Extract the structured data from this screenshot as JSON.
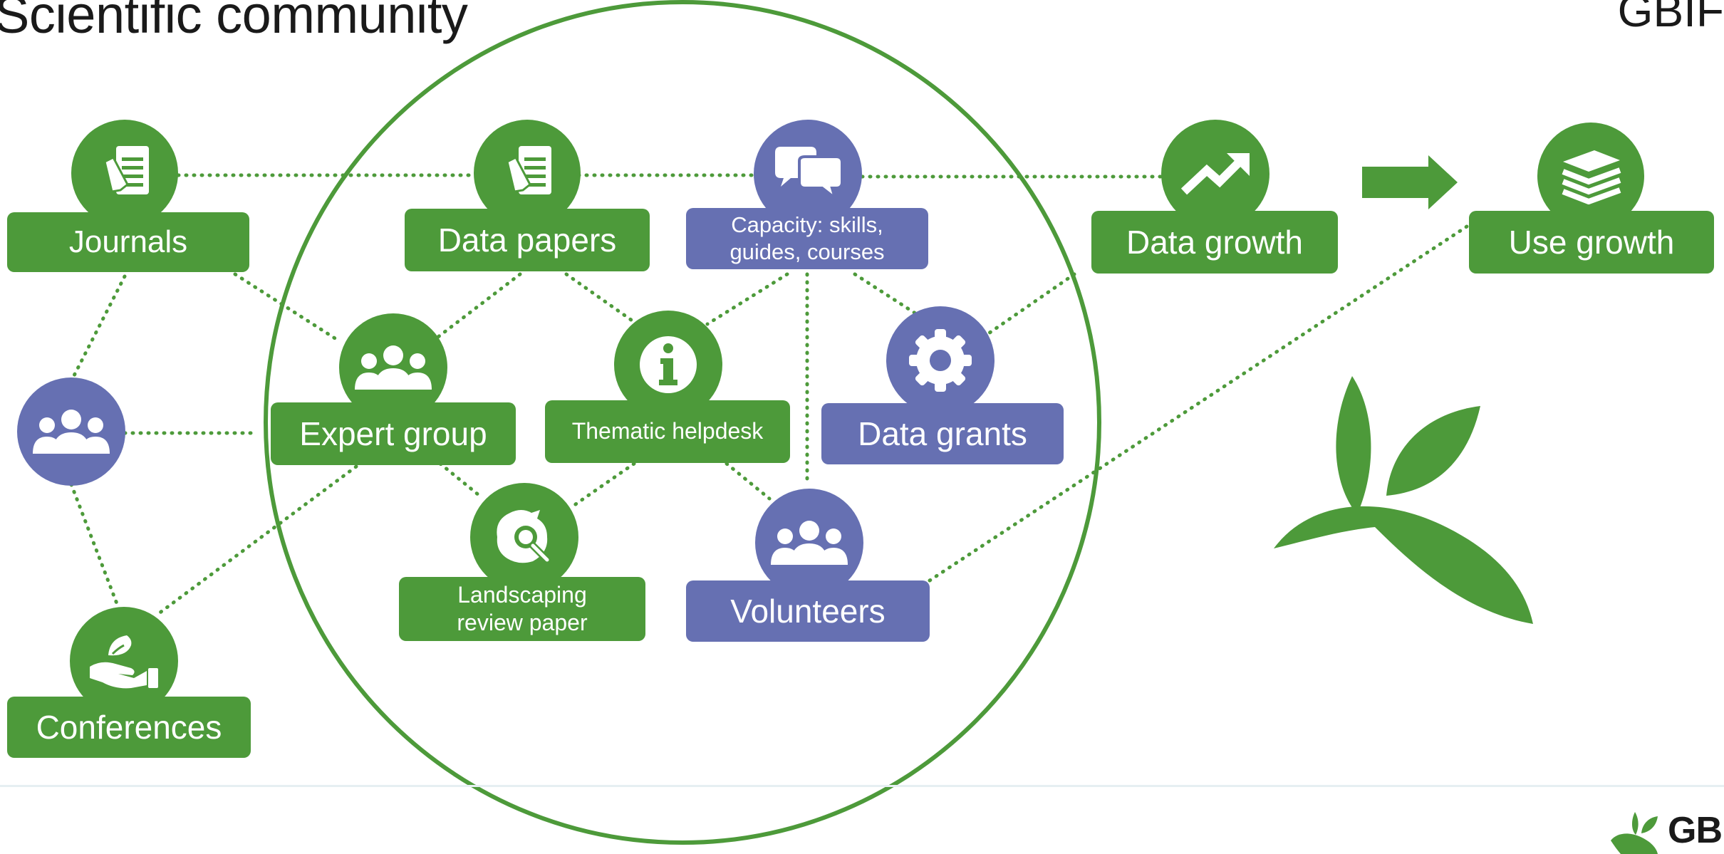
{
  "header": {
    "title": "Scientific community",
    "corner_label": "GBIF"
  },
  "colors": {
    "green": "#4d9a3a",
    "blue": "#6670b2",
    "circle": "#4d9a3a"
  },
  "nodes": {
    "journals": {
      "label": "Journals",
      "icon": "document-pencil-icon",
      "color": "green"
    },
    "data_papers": {
      "label": "Data papers",
      "icon": "document-pencil-icon",
      "color": "green"
    },
    "capacity": {
      "label_line1": "Capacity: skills,",
      "label_line2": "guides, courses",
      "icon": "speech-bubbles-icon",
      "color": "blue"
    },
    "data_growth": {
      "label": "Data growth",
      "icon": "trend-up-icon",
      "color": "green"
    },
    "use_growth": {
      "label": "Use growth",
      "icon": "books-icon",
      "color": "green"
    },
    "community": {
      "label": "",
      "icon": "people-group-icon",
      "color": "blue"
    },
    "expert_group": {
      "label": "Expert group",
      "icon": "people-group-icon",
      "color": "green"
    },
    "thematic_helpdesk": {
      "label": "Thematic helpdesk",
      "icon": "info-icon",
      "color": "green"
    },
    "data_grants": {
      "label": "Data grants",
      "icon": "gear-icon",
      "color": "blue"
    },
    "landscaping": {
      "label_line1": "Landscaping",
      "label_line2": "review paper",
      "icon": "map-search-icon",
      "color": "green"
    },
    "volunteers": {
      "label": "Volunteers",
      "icon": "people-group-icon",
      "color": "blue"
    },
    "conferences": {
      "label": "Conferences",
      "icon": "hand-leaf-icon",
      "color": "green"
    }
  },
  "footer": {
    "logo_text": "GBI"
  }
}
